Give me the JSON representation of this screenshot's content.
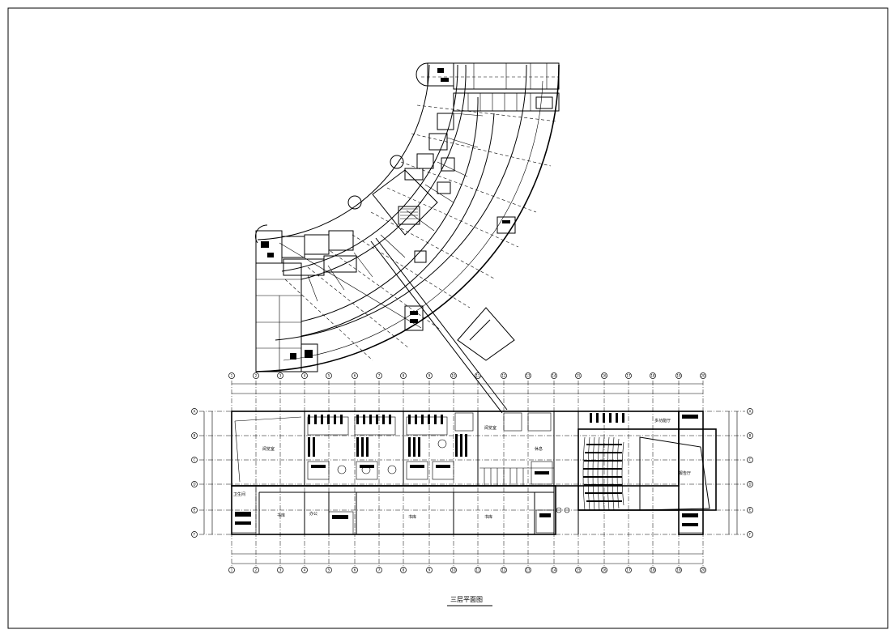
{
  "drawing": {
    "title": "三层平面图"
  },
  "grid_top": [
    "1",
    "2",
    "3",
    "4",
    "5",
    "6",
    "7",
    "8",
    "9",
    "10",
    "11",
    "12",
    "13",
    "14",
    "15",
    "16",
    "17",
    "18",
    "19",
    "20"
  ],
  "grid_bottom": [
    "1",
    "2",
    "3",
    "4",
    "5",
    "6",
    "7",
    "8",
    "9",
    "10",
    "11",
    "12",
    "13",
    "14",
    "15",
    "16",
    "17",
    "18",
    "19",
    "20"
  ],
  "grid_left": [
    "A",
    "B",
    "C",
    "D",
    "E",
    "F"
  ],
  "grid_right": [
    "A",
    "B",
    "C",
    "D",
    "E",
    "F"
  ],
  "rooms": {
    "r1": "阅览室",
    "r2": "书库",
    "r3": "办公",
    "r4": "书库",
    "r5": "阅览室",
    "r6": "书库",
    "r7": "多功能厅",
    "r8": "报告厅",
    "r9": "休息",
    "r10": "卫生间"
  }
}
